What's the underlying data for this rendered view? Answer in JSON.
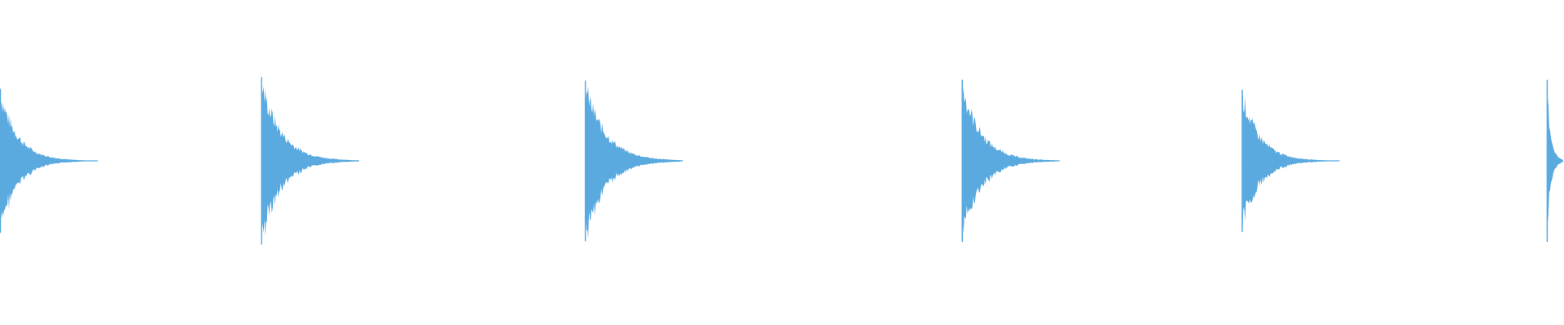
{
  "waveform": {
    "color": "#5aaae0",
    "hits": [
      {
        "time": 0.0,
        "amplitude": 0.86,
        "decay": 0.42
      },
      {
        "time": 0.167,
        "amplitude": 1.0,
        "decay": 0.48
      },
      {
        "time": 0.374,
        "amplitude": 0.96,
        "decay": 0.5
      },
      {
        "time": 0.615,
        "amplitude": 0.97,
        "decay": 0.46
      },
      {
        "time": 0.794,
        "amplitude": 0.85,
        "decay": 0.42
      },
      {
        "time": 0.989,
        "amplitude": 0.97,
        "decay": 0.1
      }
    ]
  }
}
